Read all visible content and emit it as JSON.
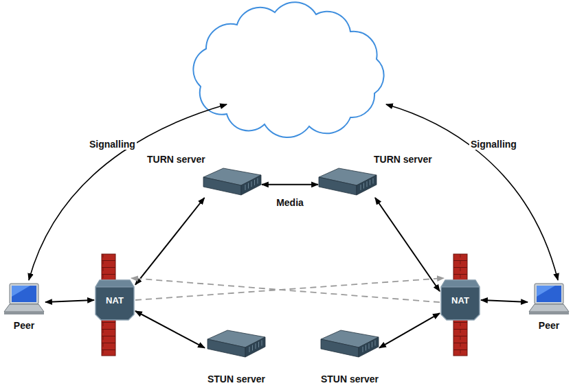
{
  "diagram": {
    "nodes": [
      {
        "text": [
          "TURN server"
        ]
      },
      {
        "text": [
          "TURN server"
        ]
      },
      {
        "text": [
          "Peer"
        ]
      },
      {
        "text": [
          "NAT"
        ]
      },
      {
        "text": [
          "NAT"
        ]
      },
      {
        "text": [
          "Peer"
        ]
      },
      {
        "text": [
          "STUN server"
        ]
      },
      {
        "text": [
          "STUN server"
        ]
      }
    ],
    "edges": [
      {
        "from": 2,
        "to": 3,
        "arrow": "both"
      },
      {
        "from": 3,
        "to": 0,
        "arrow": "both"
      },
      {
        "from": 0,
        "to": 1,
        "label": "Media",
        "arrow": "both"
      },
      {
        "from": 1,
        "to": 4,
        "arrow": "both"
      },
      {
        "from": 4,
        "to": 5,
        "arrow": "both"
      },
      {
        "from": 3,
        "to": 6,
        "arrow": "both"
      },
      {
        "from": 4,
        "to": 7,
        "arrow": "both"
      },
      {
        "from": 3,
        "to": 4,
        "arrow": "to"
      },
      {
        "from": 4,
        "to": 3,
        "arrow": "to"
      }
    ],
    "labels": [
      "Signalling",
      "Signalling"
    ]
  }
}
